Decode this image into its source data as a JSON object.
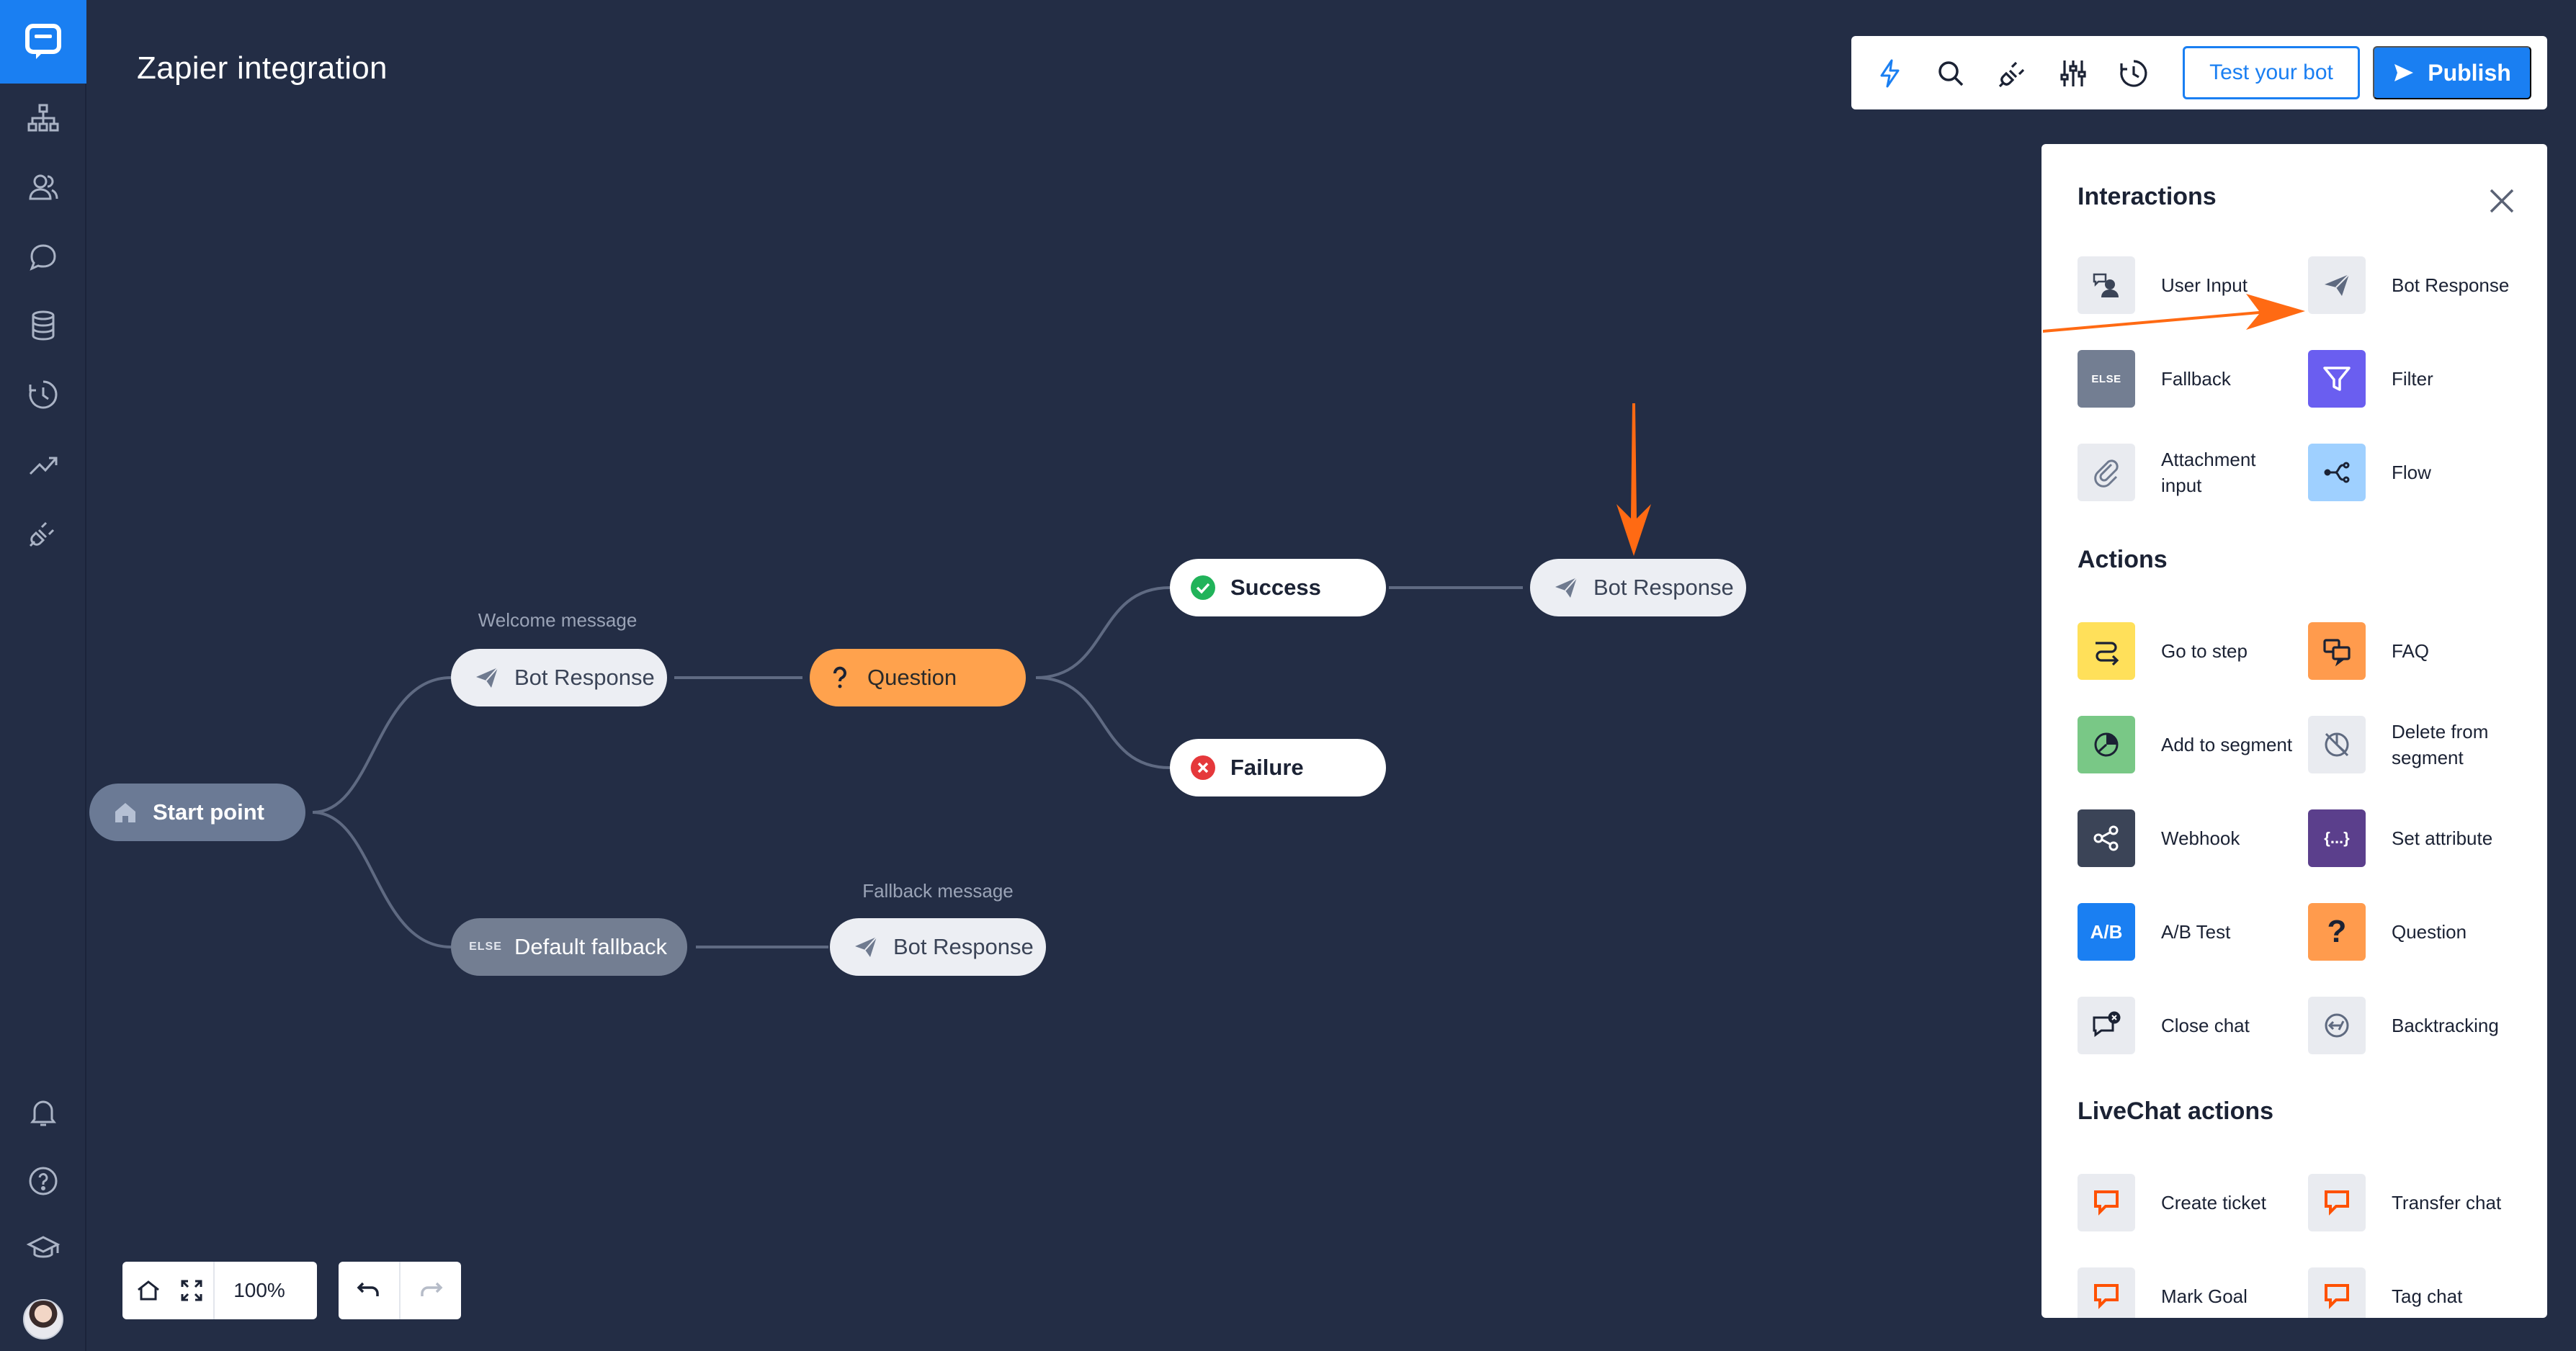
{
  "header": {
    "title": "Zapier integration"
  },
  "toolbar": {
    "test_label": "Test your bot",
    "publish_label": "Publish",
    "icons": [
      "bolt-icon",
      "search-icon",
      "plug-icon",
      "sliders-icon",
      "history-icon"
    ]
  },
  "canvas": {
    "nodes": {
      "start": "Start point",
      "welcome_caption": "Welcome message",
      "welcome": "Bot Response",
      "question": "Question",
      "success": "Success",
      "failure": "Failure",
      "success_response": "Bot Response",
      "fallback": "Default fallback",
      "fallback_tag": "ELSE",
      "fallback_caption": "Fallback message",
      "fallback_response": "Bot Response"
    },
    "zoom": "100%"
  },
  "panel": {
    "title": "Interactions",
    "sections": {
      "interactions": [
        {
          "label": "User Input",
          "icon": "user-input-icon"
        },
        {
          "label": "Bot Response",
          "icon": "paper-plane-icon"
        },
        {
          "label": "Fallback",
          "icon": "else-icon",
          "tag": "ELSE"
        },
        {
          "label": "Filter",
          "icon": "filter-icon"
        },
        {
          "label": "Attachment input",
          "icon": "paperclip-icon"
        },
        {
          "label": "Flow",
          "icon": "flow-icon"
        }
      ],
      "actions_title": "Actions",
      "actions": [
        {
          "label": "Go to step",
          "icon": "go-to-step-icon"
        },
        {
          "label": "FAQ",
          "icon": "faq-icon"
        },
        {
          "label": "Add to segment",
          "icon": "pie-chart-icon"
        },
        {
          "label": "Delete from segment",
          "icon": "delete-segment-icon"
        },
        {
          "label": "Webhook",
          "icon": "share-icon"
        },
        {
          "label": "Set attribute",
          "icon": "braces-icon",
          "tag": "{...}"
        },
        {
          "label": "A/B Test",
          "icon": "ab-test-icon",
          "tag": "A/B"
        },
        {
          "label": "Question",
          "icon": "question-icon",
          "tag": "?"
        },
        {
          "label": "Close chat",
          "icon": "close-chat-icon"
        },
        {
          "label": "Backtracking",
          "icon": "backtracking-icon"
        }
      ],
      "livechat_title": "LiveChat actions",
      "livechat": [
        {
          "label": "Create ticket",
          "icon": "chat-bubble-icon"
        },
        {
          "label": "Transfer chat",
          "icon": "chat-bubble-icon"
        },
        {
          "label": "Mark Goal",
          "icon": "chat-bubble-icon"
        },
        {
          "label": "Tag chat",
          "icon": "chat-bubble-icon"
        }
      ]
    }
  },
  "colors": {
    "background": "#232d45",
    "accent": "#1a7ff2",
    "question": "#ffa24d",
    "arrow": "#ff6a13",
    "success": "#21b35a",
    "failure": "#e5383b"
  }
}
